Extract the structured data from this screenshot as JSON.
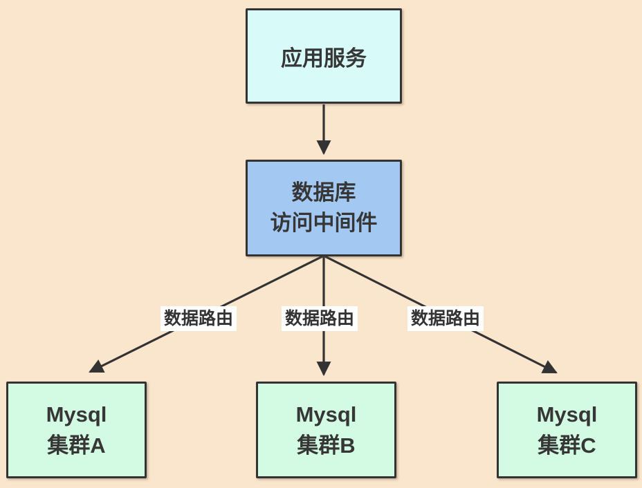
{
  "diagram": {
    "background_color": "#FAE5CD",
    "stroke_color": "#333333",
    "label_background": "#FFFFFF",
    "nodes": {
      "app_service": {
        "text": "应用服务",
        "fill": "#D8FBFA"
      },
      "middleware": {
        "line1": "数据库",
        "line2": "访问中间件",
        "fill": "#A3C9F3"
      },
      "mysql_a": {
        "line1": "Mysql",
        "line2": "集群A",
        "fill": "#D3FAE3"
      },
      "mysql_b": {
        "line1": "Mysql",
        "line2": "集群B",
        "fill": "#D3FAE3"
      },
      "mysql_c": {
        "line1": "Mysql",
        "line2": "集群C",
        "fill": "#D3FAE3"
      }
    },
    "edge_labels": {
      "route_a": "数据路由",
      "route_b": "数据路由",
      "route_c": "数据路由"
    }
  }
}
